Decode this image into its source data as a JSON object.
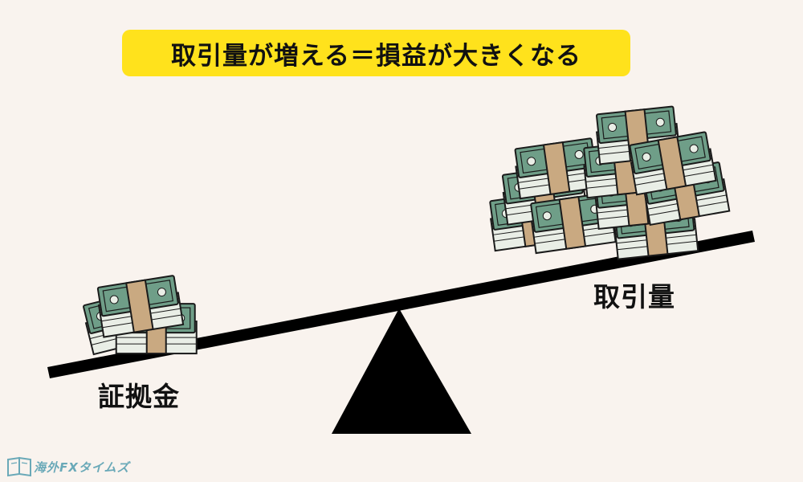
{
  "title": "取引量が増える＝損益が大きくなる",
  "labels": {
    "left": "証拠金",
    "right": "取引量"
  },
  "logo": {
    "text": "海外FXタイムズ",
    "icon": "book-icon"
  },
  "colors": {
    "background": "#f9f3ee",
    "banner": "#ffe21c",
    "money": "#6f9e88",
    "band": "#c9a981",
    "beam": "#000000",
    "logo": "#6aa9b8"
  }
}
